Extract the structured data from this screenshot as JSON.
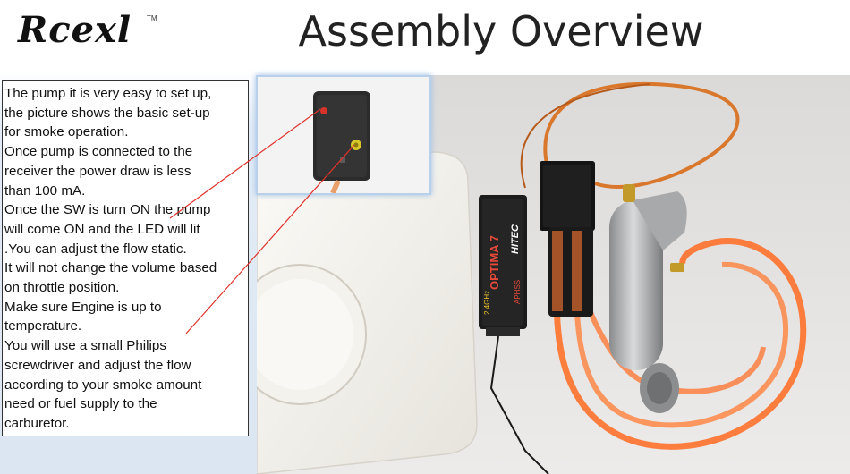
{
  "logo": {
    "text": "Rcexl",
    "tm": "TM"
  },
  "title": "Assembly Overview",
  "description_lines": [
    "The pump it is very easy to set up,",
    "the picture shows the basic set-up",
    "for smoke operation.",
    "Once pump is connected to the",
    "receiver  the power draw is less",
    "than 100 mA.",
    "Once the SW is turn ON the pump",
    "will come ON  and the LED will lit",
    ".You can adjust the flow static.",
    "It will not change the volume based",
    "on throttle position.",
    "Make sure Engine is up to",
    "temperature.",
    "You will use a small Philips",
    "screwdriver and adjust the flow",
    "according to your  smoke amount",
    "need or fuel supply to the",
    "carburetor."
  ],
  "receiver_label": {
    "brand": "OPTIMA 7",
    "maker": "HITEC",
    "band": "2.4GHz",
    "model": "APHSS"
  },
  "colors": {
    "tubing": "#ff6a1f",
    "leader_line": "#e0322a",
    "inset_border": "#b9d0ea",
    "servo_wire": "#e07a2a"
  }
}
